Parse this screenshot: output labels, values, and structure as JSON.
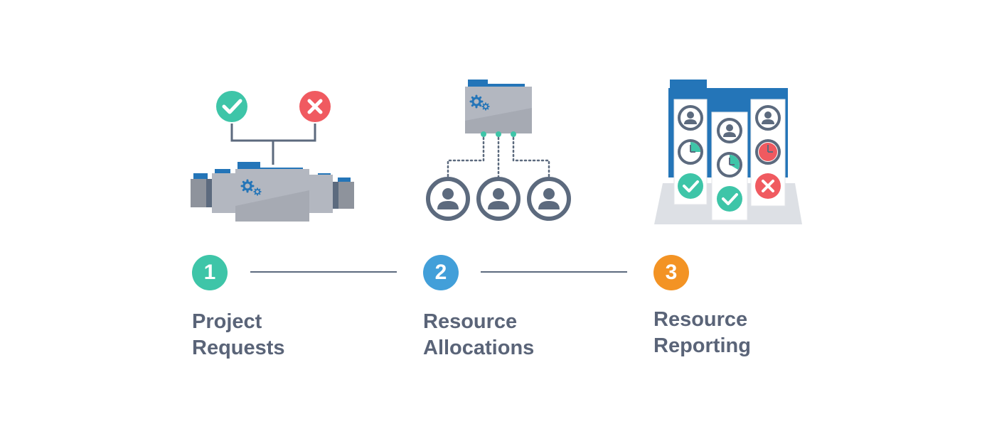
{
  "steps": [
    {
      "number": "1",
      "label_line1": "Project",
      "label_line2": "Requests",
      "color": "#3ec5a8",
      "icon": "folders-approve-reject-icon"
    },
    {
      "number": "2",
      "label_line1": "Resource",
      "label_line2": "Allocations",
      "color": "#429fd9",
      "icon": "folder-allocate-people-icon"
    },
    {
      "number": "3",
      "label_line1": "Resource",
      "label_line2": "Reporting",
      "color": "#f39324",
      "icon": "resource-report-cards-icon"
    }
  ],
  "colors": {
    "teal": "#3ec5a8",
    "red": "#f05a60",
    "blue": "#2475b8",
    "gray_folder": "#b3b7c0",
    "dark_slate": "#5c6a7e"
  }
}
